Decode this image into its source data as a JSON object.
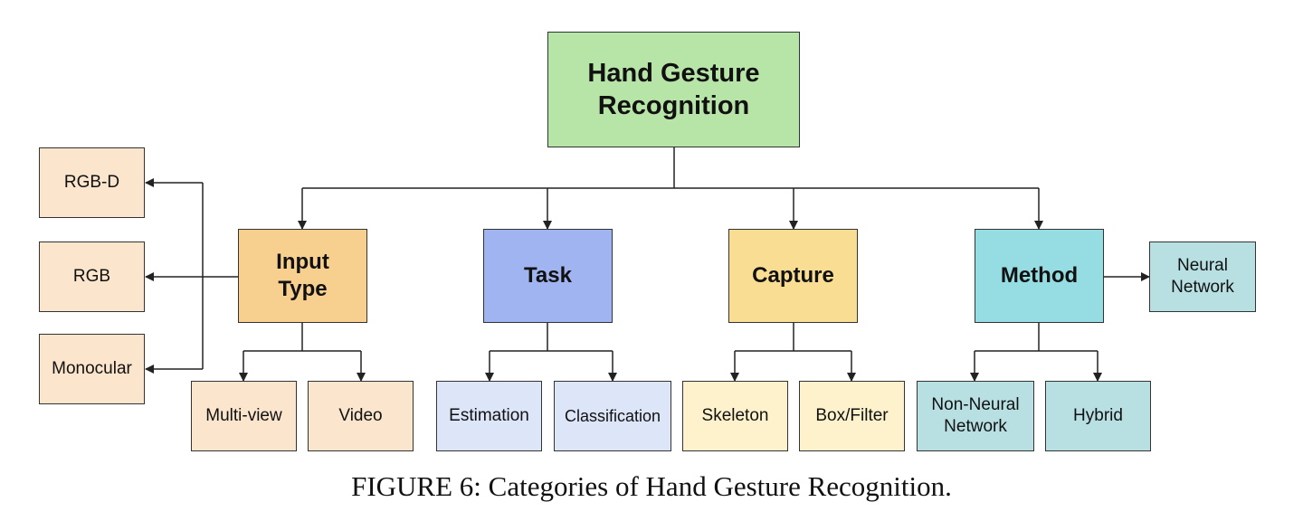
{
  "root": {
    "label": "Hand Gesture Recognition",
    "color": "#b7e4a7"
  },
  "categories": {
    "input_type": {
      "label": "Input Type",
      "color": "#f7cf8f",
      "leaf_color": "#fbe5cd",
      "children": [
        "Multi-view",
        "Video"
      ],
      "side": [
        "RGB-D",
        "RGB",
        "Monocular"
      ]
    },
    "task": {
      "label": "Task",
      "color": "#9fb4f0",
      "leaf_color": "#dce6f8",
      "children": [
        "Estimation",
        "Classification"
      ]
    },
    "capture": {
      "label": "Capture",
      "color": "#f9dd93",
      "leaf_color": "#fdf2cc",
      "children": [
        "Skeleton",
        "Box/Filter"
      ]
    },
    "method": {
      "label": "Method",
      "color": "#95dde2",
      "leaf_color": "#b8e0e3",
      "children": [
        "Non-Neural Network",
        "Hybrid"
      ],
      "side": [
        "Neural Network"
      ]
    }
  },
  "caption": "FIGURE 6: Categories of Hand Gesture Recognition."
}
